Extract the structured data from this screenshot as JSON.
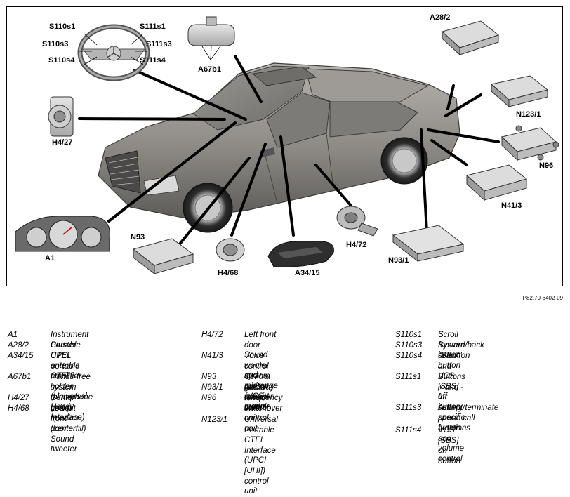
{
  "callouts": {
    "s110s1": "S110s1",
    "s111s1": "S111s1",
    "s110s3": "S110s3",
    "s111s3": "S111s3",
    "s110s4": "S110s4",
    "s111s4": "S111s4",
    "a67b1": "A67b1",
    "a28_2": "A28/2",
    "n123_1": "N123/1",
    "h4_27": "H4/27",
    "n96": "N96",
    "n41_3": "N41/3",
    "a1": "A1",
    "n93": "N93",
    "h4_68": "H4/68",
    "a34_15": "A34/15",
    "h4_72": "H4/72",
    "n93_1": "N93/1"
  },
  "doc_ref": "P82.70-6402-09",
  "legend": {
    "col1": [
      {
        "code": "A1",
        "desc": [
          "Instrument Cluster"
        ]
      },
      {
        "code": "A28/2",
        "desc": [
          "Portable CTEL antenna amplifier"
        ]
      },
      {
        "code": "A34/15",
        "desc": [
          "UPCI portable CTEL holder",
          "(Universal Handy Interface)"
        ]
      },
      {
        "code": "A67b1",
        "desc": [
          "Hands-free system microphone",
          "group"
        ]
      },
      {
        "code": "H4/27",
        "desc": [
          "Center cockpit speaker (centerfill)"
        ]
      },
      {
        "code": "H4/68",
        "desc": [
          "Left front door Sound tweeter"
        ]
      }
    ],
    "col2": [
      {
        "code": "H4/72",
        "desc": [
          "Left front door Sound woofer",
          "and midrange speaker group"
        ]
      },
      {
        "code": "N41/3",
        "desc": [
          "Voice control system control",
          "(VCS) module"
        ]
      },
      {
        "code": "N93",
        "desc": [
          "Central gateway control unit"
        ]
      },
      {
        "code": "N93/1",
        "desc": [
          "Audio tuner control unit"
        ]
      },
      {
        "code": "N96",
        "desc": [
          "Frequency switchover control",
          "unit"
        ]
      },
      {
        "code": "N123/1",
        "desc": [
          "Universal Portable CTEL",
          "Interface (UPCI [UHI]) control",
          "unit"
        ]
      }
    ],
    "col3": [
      {
        "code": "S110s1",
        "desc": [
          "Scroll forward/back button"
        ]
      },
      {
        "code": "S110s3",
        "desc": [
          "System selection button"
        ]
      },
      {
        "code": "S110s4",
        "desc": [
          "\"Back\" and VCS [SBS] off",
          "button"
        ]
      },
      {
        "code": "S111s1",
        "desc": [
          "Buttons + and - for setting",
          "specific functions and volume",
          "control"
        ]
      },
      {
        "code": "S111s3",
        "desc": [
          "Accept/terminate phone call",
          "button"
        ]
      },
      {
        "code": "S111s4",
        "desc": [
          "VCS [SBS] on button"
        ]
      }
    ]
  }
}
